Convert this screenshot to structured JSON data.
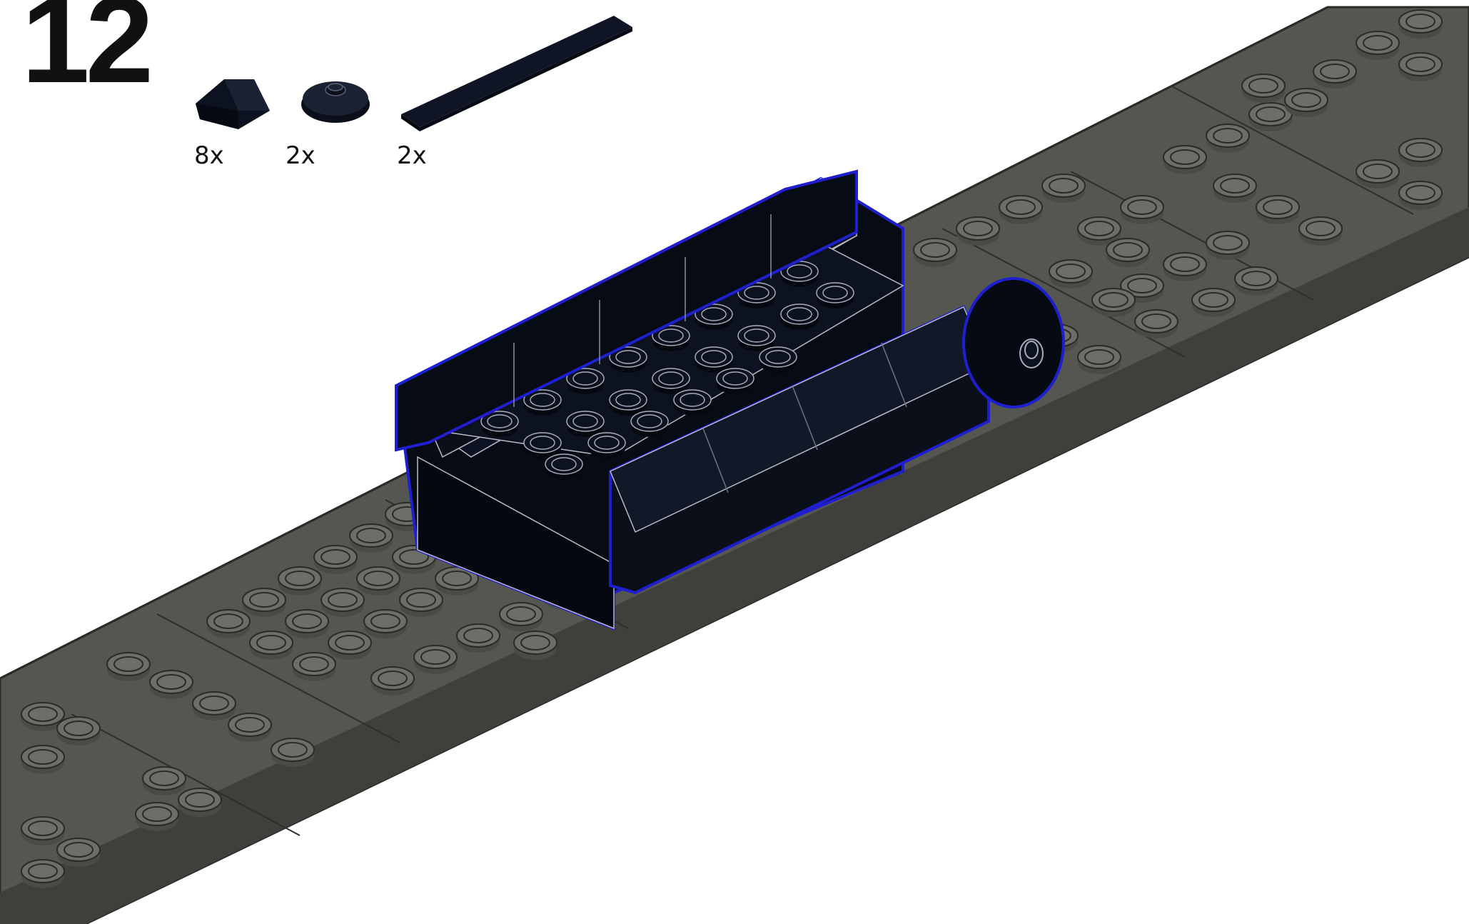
{
  "step": {
    "number": "12"
  },
  "parts_list": [
    {
      "name": "slope-brick-icon",
      "quantity": "8x"
    },
    {
      "name": "round-plate-icon",
      "quantity": "2x"
    },
    {
      "name": "long-tile-icon",
      "quantity": "2x"
    }
  ],
  "colors": {
    "baseplate": "#5a5b55",
    "baseplate_stud": "#6b6c66",
    "part": "#0a0f1a",
    "highlight_outline": "#1f1fd0"
  }
}
